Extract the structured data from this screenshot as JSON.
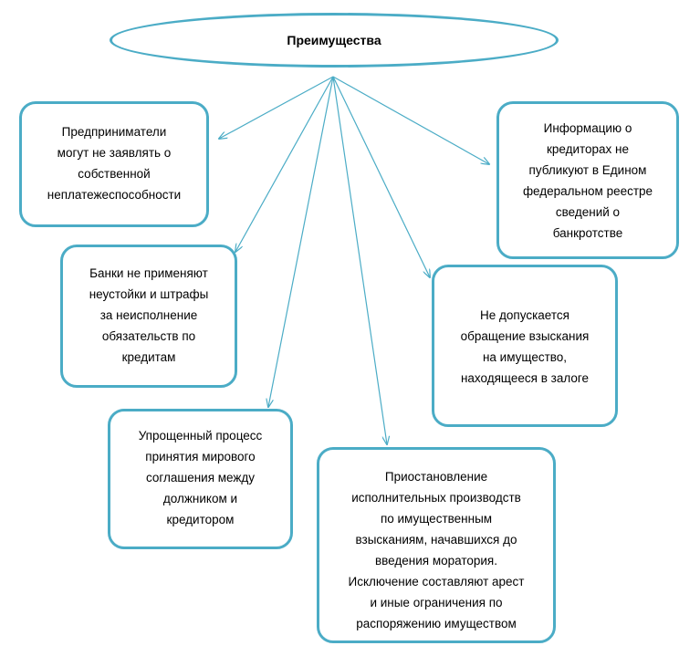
{
  "root": {
    "label": "Преимущества"
  },
  "colors": {
    "accent": "#4bacc6",
    "arrow": "#4bacc6"
  },
  "nodes": [
    {
      "id": "b1",
      "lines": [
        "Предприниматели",
        "могут не заявлять о",
        "собственной",
        "неплатежеспособности"
      ]
    },
    {
      "id": "b2",
      "lines": [
        "Информацию о",
        "кредиторах не",
        "публикуют в Едином",
        "федеральном реестре",
        "сведений о",
        "банкротстве"
      ]
    },
    {
      "id": "b3",
      "lines": [
        "Банки не применяют",
        "неустойки и штрафы",
        "за неисполнение",
        "обязательств по",
        "кредитам"
      ]
    },
    {
      "id": "b4",
      "lines": [
        "Не допускается",
        "обращение взыскания",
        "на имущество,",
        "находящееся в залоге"
      ]
    },
    {
      "id": "b5",
      "lines": [
        "Упрощенный процесс",
        "принятия мирового",
        "соглашения между",
        "должником и",
        "кредитором"
      ]
    },
    {
      "id": "b6",
      "lines": [
        "Приостановление",
        "исполнительных производств",
        "по имущественным",
        "взысканиям, начавшихся до",
        "введения моратория.",
        "Исключение составляют арест",
        "и иные ограничения по",
        "распоряжению имуществом"
      ]
    }
  ]
}
